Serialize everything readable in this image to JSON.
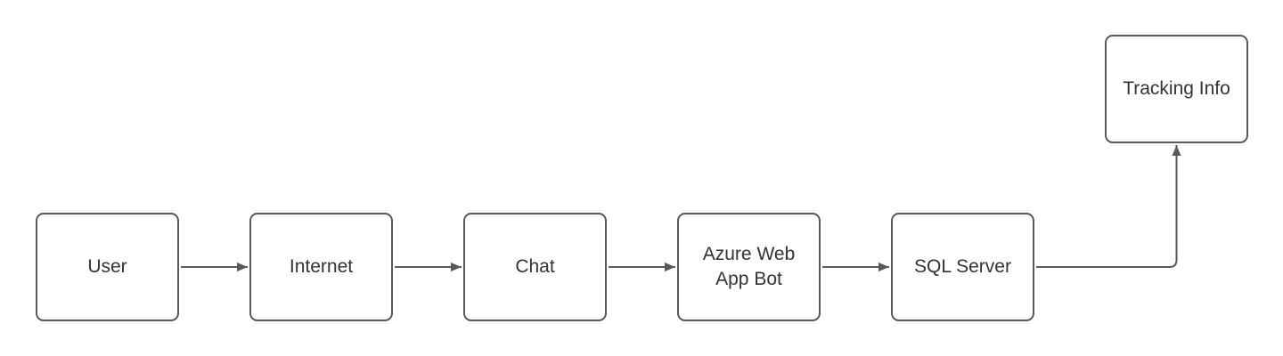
{
  "diagram": {
    "type": "flowchart",
    "background_color": "#ffffff",
    "shape_fill_color": "#ffffff",
    "stroke_color": "#595959",
    "text_color": "#333333",
    "nodes": [
      {
        "id": "user",
        "label": "User"
      },
      {
        "id": "internet",
        "label": "Internet"
      },
      {
        "id": "chat",
        "label": "Chat"
      },
      {
        "id": "azure-web-app-bot",
        "label": "Azure Web App Bot"
      },
      {
        "id": "sql-server",
        "label": "SQL Server"
      },
      {
        "id": "tracking-info",
        "label": "Tracking Info"
      }
    ],
    "edges": [
      {
        "from": "User",
        "to": "Internet",
        "style": "straight-arrow"
      },
      {
        "from": "Internet",
        "to": "Chat",
        "style": "straight-arrow"
      },
      {
        "from": "Chat",
        "to": "Azure Web App Bot",
        "style": "straight-arrow"
      },
      {
        "from": "Azure Web App Bot",
        "to": "SQL Server",
        "style": "straight-arrow"
      },
      {
        "from": "SQL Server",
        "to": "Tracking Info",
        "style": "elbow-arrow-up"
      }
    ]
  }
}
